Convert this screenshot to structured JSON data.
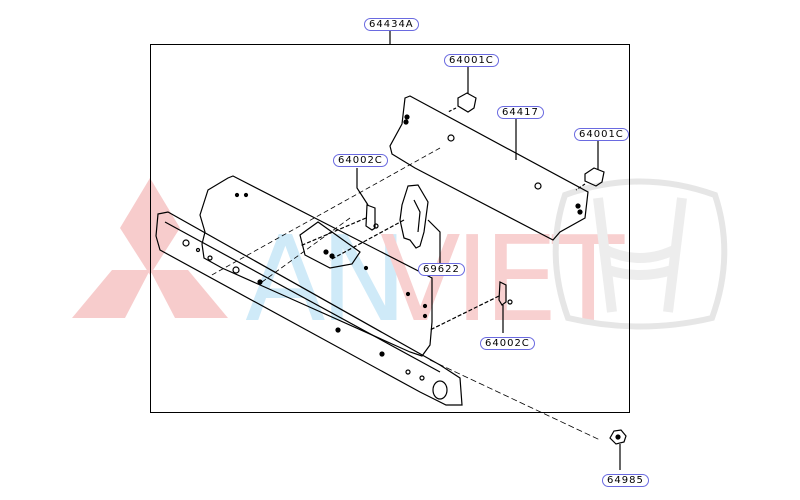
{
  "diagram": {
    "type": "exploded-parts-diagram",
    "subject": "Body panel / cross member assembly",
    "colors": {
      "line": "#000000",
      "callout_border": "#6a6ae0",
      "watermark_red": "#f5c8c8",
      "watermark_blue": "#c8e8f8",
      "watermark_grey": "#ececec"
    }
  },
  "parts": [
    {
      "id": "p-64434A",
      "number": "64434A",
      "desc": "main assembly (frame callout)"
    },
    {
      "id": "p-64001C-a",
      "number": "64001C",
      "desc": "clip / bracket (top)"
    },
    {
      "id": "p-64417",
      "number": "64417",
      "desc": "upper panel"
    },
    {
      "id": "p-64001C-b",
      "number": "64001C",
      "desc": "clip / bracket (right)"
    },
    {
      "id": "p-64002C-a",
      "number": "64002C",
      "desc": "bracket (upper)"
    },
    {
      "id": "p-69622",
      "number": "69622",
      "desc": "side reinforcement"
    },
    {
      "id": "p-64002C-b",
      "number": "64002C",
      "desc": "bracket (lower)"
    },
    {
      "id": "p-64985",
      "number": "64985",
      "desc": "nut / fastener"
    }
  ],
  "watermarks": {
    "left_logo": "three-diamond-logo",
    "center_text": "AN VIET",
    "right_logo": "h-emblem-logo"
  }
}
